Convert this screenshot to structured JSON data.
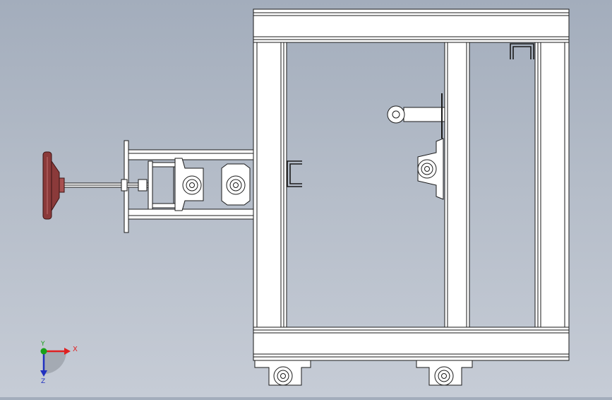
{
  "view": {
    "background_top": "#a3adbc",
    "background_bottom": "#c6ccd6",
    "line_color": "#1a1a1a",
    "part_fill": "#ffffff",
    "handwheel_color": "#8b3a3a"
  },
  "triad": {
    "x_label": "X",
    "y_label": "Y",
    "z_label": "Z",
    "x_color": "#e02020",
    "y_color": "#18a018",
    "z_color": "#2030c0"
  }
}
